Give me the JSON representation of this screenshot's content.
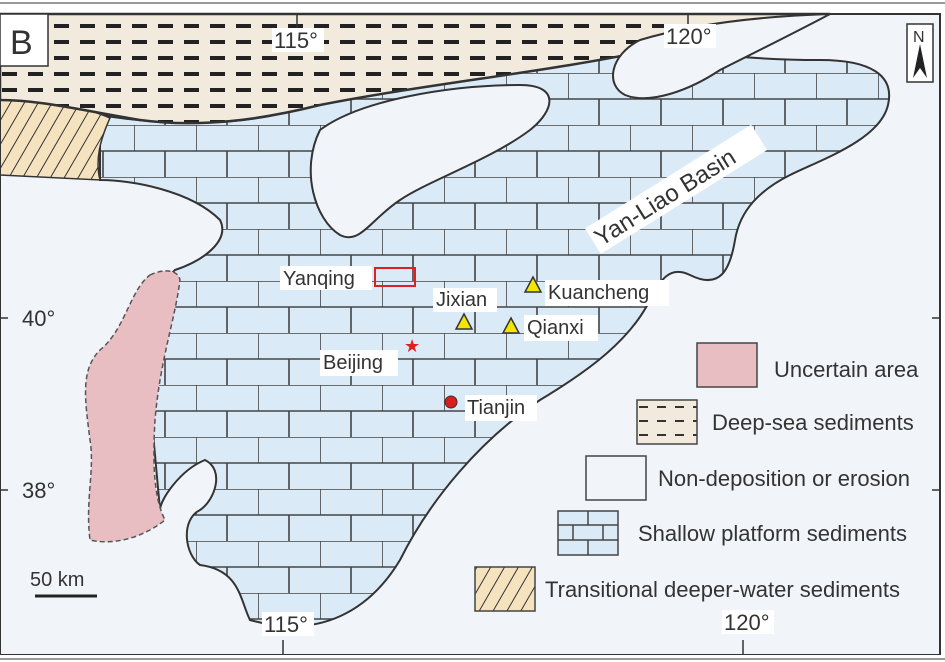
{
  "panel_label": "B",
  "north_label": "N",
  "region_label": "Yan-Liao Basin",
  "graticule": {
    "top_115": "115°",
    "top_120": "120°",
    "bottom_115": "115°",
    "bottom_120": "120°",
    "lat_40": "40°",
    "lat_38": "38°"
  },
  "scale_bar": "50 km",
  "places": {
    "yanqing": "Yanqing",
    "jixian": "Jixian",
    "kuancheng": "Kuancheng",
    "qianxi": "Qianxi",
    "beijing": "Beijing",
    "tianjin": "Tianjin"
  },
  "legend": [
    {
      "label": "Uncertain area",
      "color": "#e8bec3"
    },
    {
      "label": "Deep-sea sediments",
      "color": "#f2eadc"
    },
    {
      "label": "Non-deposition or erosion",
      "color": "#f1f5f9"
    },
    {
      "label": "Shallow platform sediments",
      "color": "#dbeaf7"
    },
    {
      "label": "Transitional deeper-water sediments",
      "color": "#f5e3c0"
    }
  ]
}
